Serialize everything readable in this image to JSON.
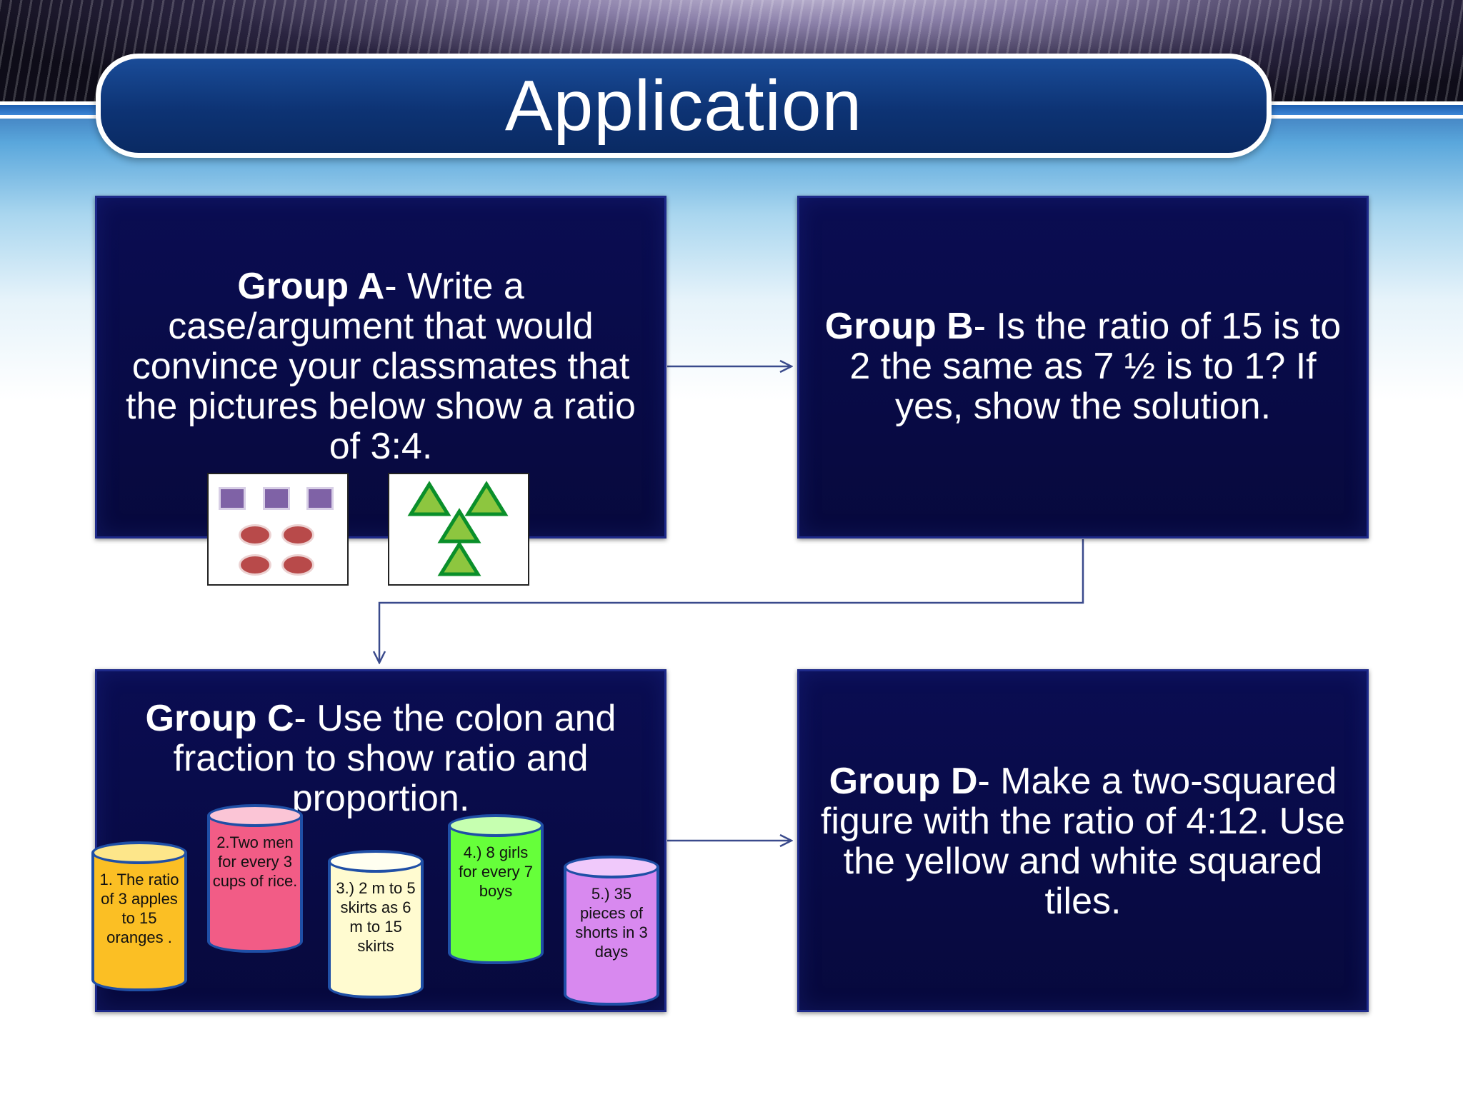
{
  "title": "Application",
  "group_a": {
    "label": "Group A",
    "text": "- Write a case/argument that would convince your classmates that the pictures below show a ratio of 3:4."
  },
  "group_b": {
    "label": "Group B",
    "text": "-  Is the ratio of 15 is to 2 the same as  7 ½ is to 1? If yes, show the solution."
  },
  "group_c": {
    "label": "Group C",
    "text": "- Use the colon and fraction to show ratio and proportion."
  },
  "group_d": {
    "label": "Group D",
    "text": "-  Make a two-squared figure with the ratio of 4:12. Use the yellow and white squared tiles."
  },
  "cans": [
    {
      "text": "1. The ratio of 3 apples to 15 oranges .",
      "color": "#fbbf24",
      "top_color": "#fde68a"
    },
    {
      "text": "2.Two men for every 3 cups of rice.",
      "color": "#f25c86",
      "top_color": "#fbc5d6"
    },
    {
      "text": "3.) 2 m to 5 skirts as 6 m to 15 skirts",
      "color": "#fffbd0",
      "top_color": "#fffff0"
    },
    {
      "text": "4.) 8 girls for every 7 boys",
      "color": "#66ff3a",
      "top_color": "#c6ffb0"
    },
    {
      "text": "5.) 35 pieces of shorts in 3 days",
      "color": "#d889ef",
      "top_color": "#f0c9fb"
    }
  ],
  "colors": {
    "box_bg": "#0a0d52",
    "title_bg": "#0d3374",
    "connector": "#3a4a8c"
  }
}
